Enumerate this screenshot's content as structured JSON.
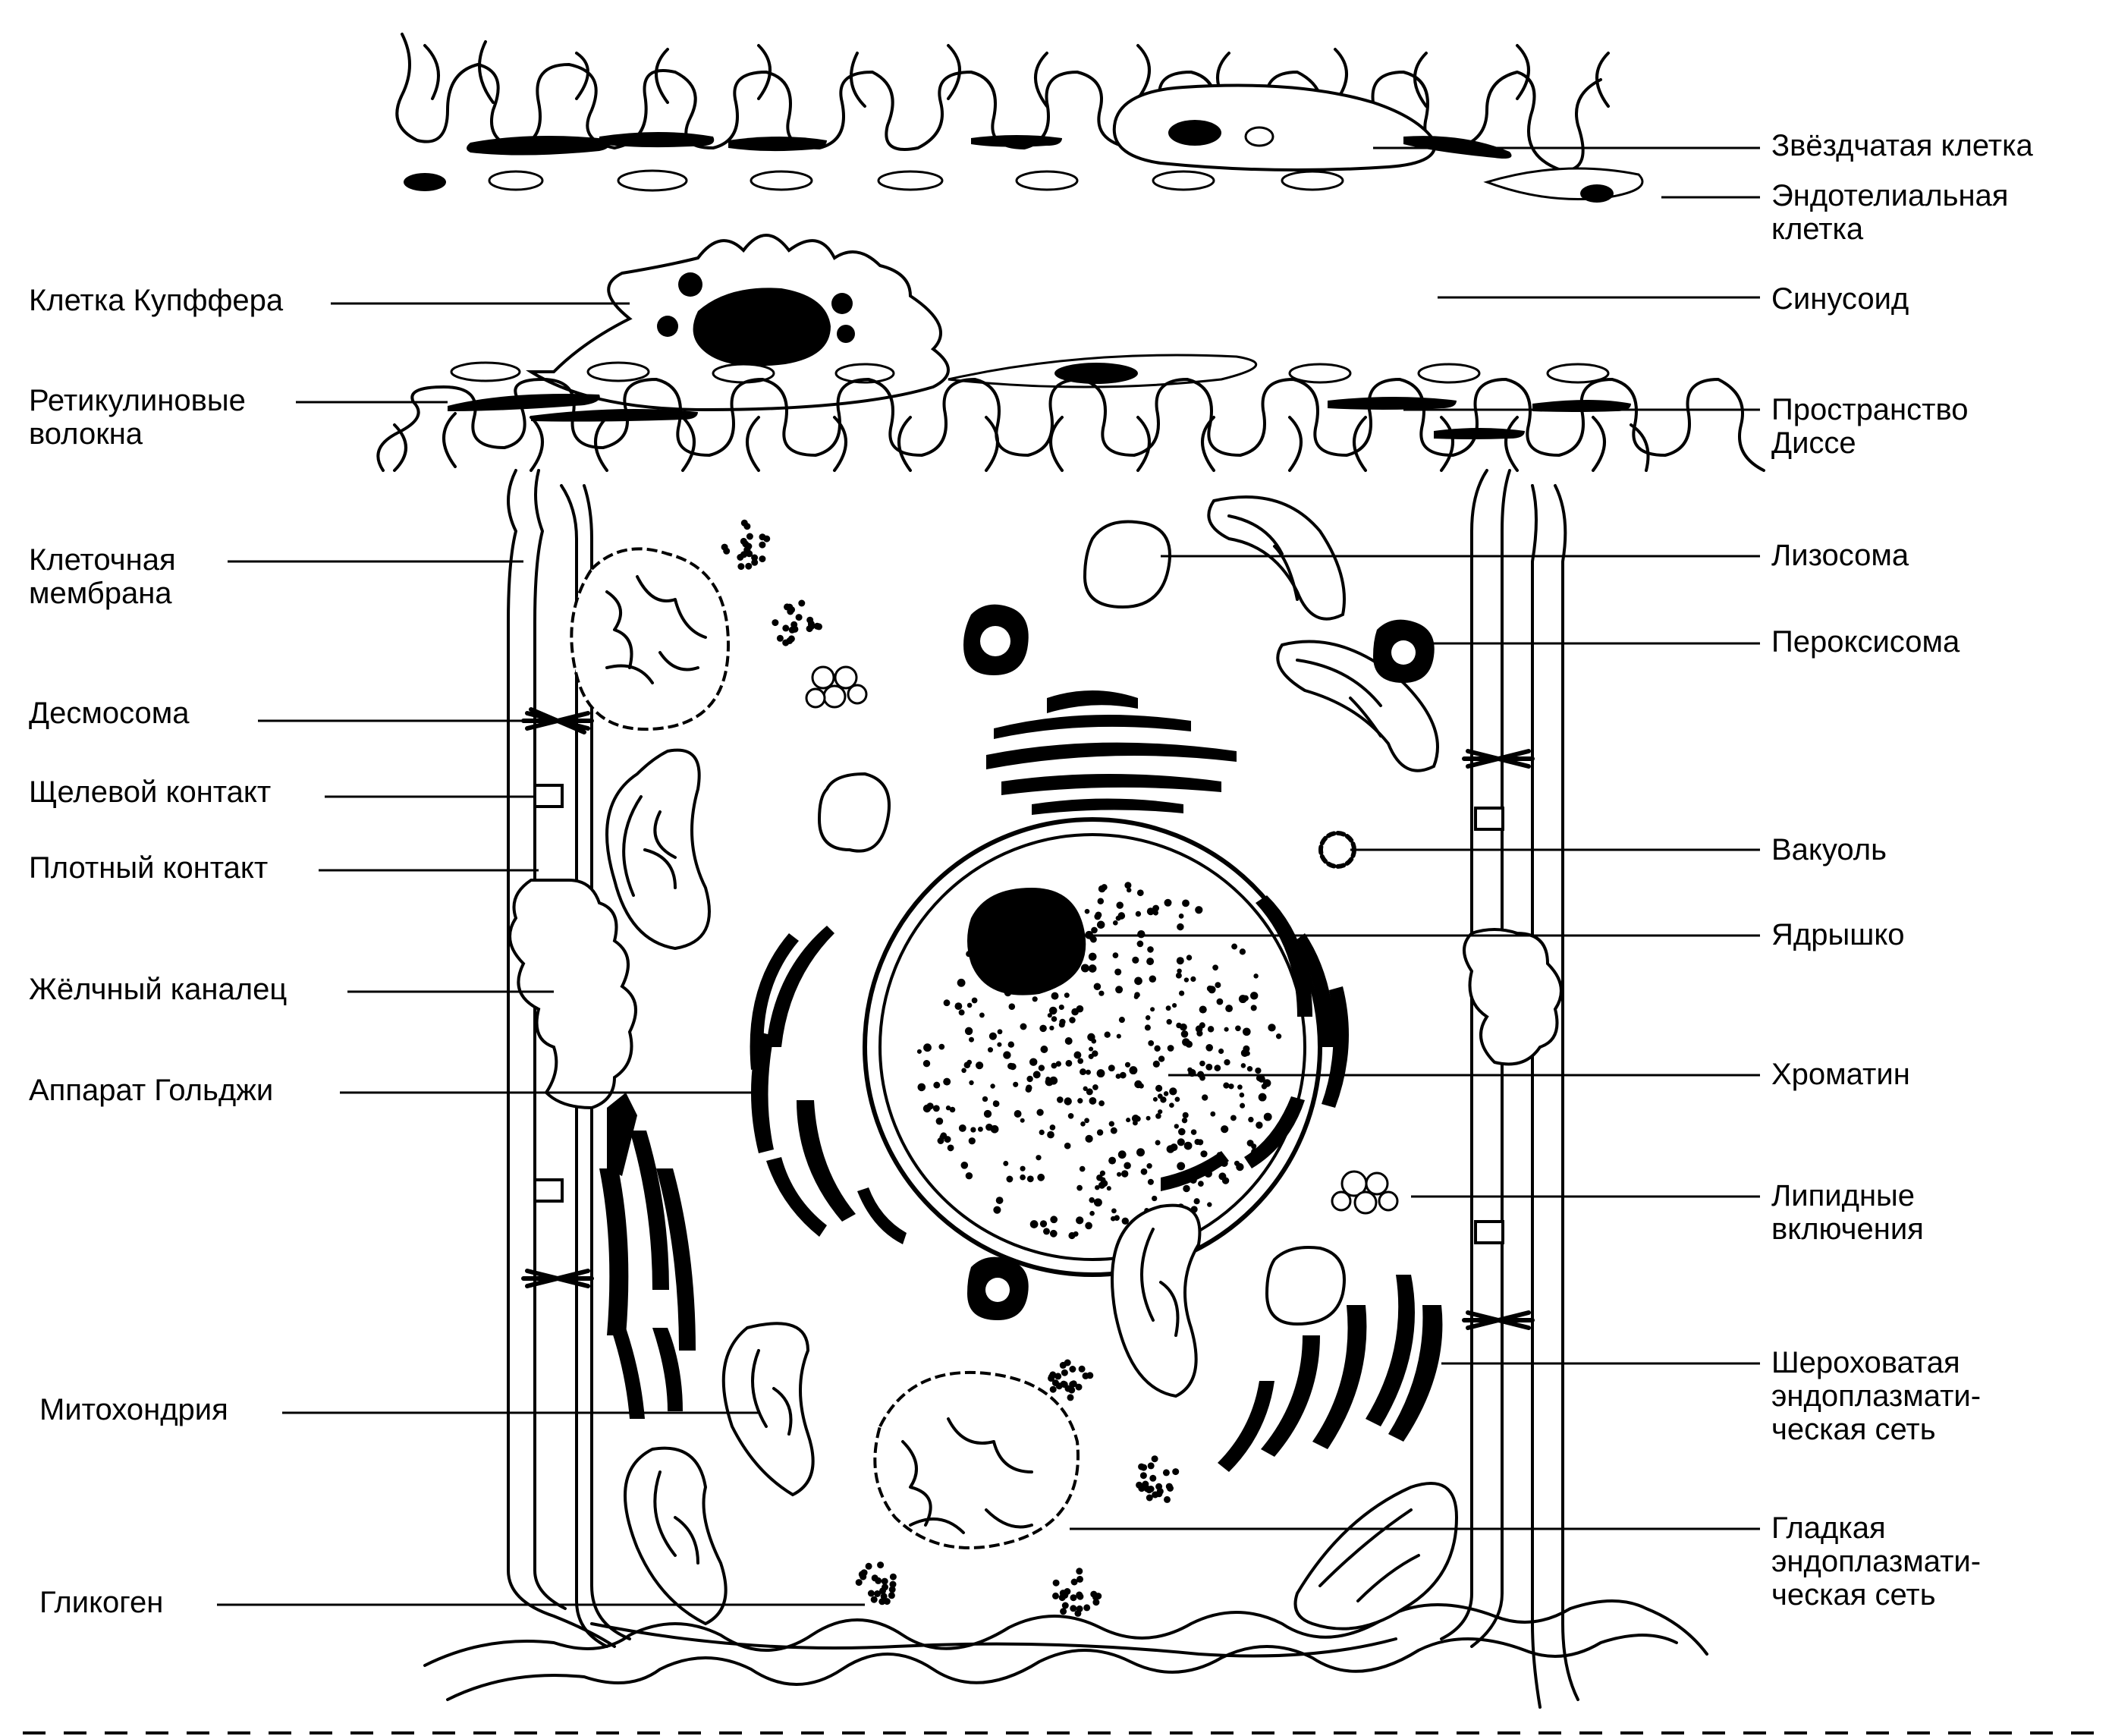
{
  "diagram": {
    "labels_left": [
      {
        "id": "kupffer-cell",
        "text": "Клетка Купффера"
      },
      {
        "id": "reticular-fibers",
        "text": "Ретикулиновые\nволокна"
      },
      {
        "id": "cell-membrane",
        "text": "Клеточная\nмембрана"
      },
      {
        "id": "desmosome",
        "text": "Десмосома"
      },
      {
        "id": "gap-junction",
        "text": "Щелевой контакт"
      },
      {
        "id": "tight-junction",
        "text": "Плотный контакт"
      },
      {
        "id": "bile-canaliculus",
        "text": "Жёлчный каналец"
      },
      {
        "id": "golgi-apparatus",
        "text": "Аппарат Гольджи"
      },
      {
        "id": "mitochondrion",
        "text": "Митохондрия"
      },
      {
        "id": "glycogen",
        "text": "Гликоген"
      }
    ],
    "labels_right": [
      {
        "id": "stellate-cell",
        "text": "Звёздчатая клетка"
      },
      {
        "id": "endothelial-cell",
        "text": "Эндотелиальная\nклетка"
      },
      {
        "id": "sinusoid",
        "text": "Синусоид"
      },
      {
        "id": "space-of-disse",
        "text": "Пространство\nДиссе"
      },
      {
        "id": "lysosome",
        "text": "Лизосома"
      },
      {
        "id": "peroxisome",
        "text": "Пероксисома"
      },
      {
        "id": "vacuole",
        "text": "Вакуоль"
      },
      {
        "id": "nucleolus",
        "text": "Ядрышко"
      },
      {
        "id": "chromatin",
        "text": "Хроматин"
      },
      {
        "id": "lipid-inclusions",
        "text": "Липидные\nвключения"
      },
      {
        "id": "rough-er",
        "text": "Шероховатая\nэндоплазмати-\nческая сеть"
      },
      {
        "id": "smooth-er",
        "text": "Гладкая\nэндоплазмати-\nческая сеть"
      }
    ]
  }
}
